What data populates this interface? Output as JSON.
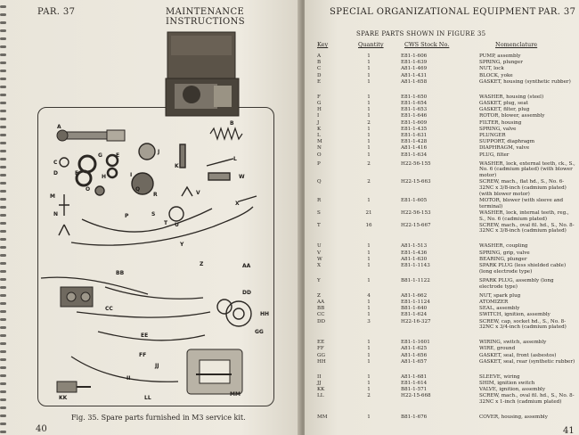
{
  "left_page": {
    "paragraph": "PAR. 37",
    "header": "MAINTENANCE INSTRUCTIONS",
    "page_number": "40",
    "caption": "Fig. 35.  Spare parts furnished in M3 service kit.",
    "part_labels": [
      "A",
      "B",
      "C",
      "D",
      "E",
      "F",
      "G",
      "H",
      "I",
      "J",
      "K",
      "L",
      "M",
      "N",
      "O",
      "P",
      "Q",
      "R",
      "S",
      "T",
      "U",
      "V",
      "W",
      "X",
      "Y",
      "Z",
      "AA",
      "BB",
      "CC",
      "DD",
      "EE",
      "FF",
      "GG",
      "HH",
      "II",
      "JJ",
      "KK",
      "LL",
      "MM"
    ]
  },
  "right_page": {
    "header": "SPECIAL ORGANIZATIONAL EQUIPMENT",
    "paragraph": "PAR. 37",
    "page_number": "41",
    "table_title": "SPARE PARTS SHOWN IN FIGURE 35",
    "columns": {
      "key": "Key",
      "quantity": "Quantity",
      "stock": "CWS Stock No.",
      "nomenclature": "Nomenclature"
    },
    "rows": [
      {
        "key": "A",
        "qty": "1",
        "stock": "E81-1-606",
        "name": "PUMP, assembly"
      },
      {
        "key": "B",
        "qty": "1",
        "stock": "E81-1-639",
        "name": "SPRING, plunger"
      },
      {
        "key": "C",
        "qty": "1",
        "stock": "A81-1-469",
        "name": "NUT, lock"
      },
      {
        "key": "D",
        "qty": "1",
        "stock": "A81-1-431",
        "name": "BLOCK, yoke"
      },
      {
        "key": "E",
        "qty": "1",
        "stock": "A81-1-658",
        "name": "GASKET, housing (synthetic rubber)"
      },
      {
        "key": "F",
        "qty": "1",
        "stock": "E81-1-650",
        "name": "WASHER, housing (steel)"
      },
      {
        "key": "G",
        "qty": "1",
        "stock": "E81-1-654",
        "name": "GASKET, plug, seat"
      },
      {
        "key": "H",
        "qty": "1",
        "stock": "E81-1-653",
        "name": "GASKET, filter, plug"
      },
      {
        "key": "I",
        "qty": "1",
        "stock": "E81-1-646",
        "name": "ROTOR, blower, assembly"
      },
      {
        "key": "J",
        "qty": "2",
        "stock": "E81-1-609",
        "name": "FILTER, housing"
      },
      {
        "key": "K",
        "qty": "1",
        "stock": "E81-1-435",
        "name": "SPRING, valve"
      },
      {
        "key": "L",
        "qty": "1",
        "stock": "E81-1-631",
        "name": "PLUNGER"
      },
      {
        "key": "M",
        "qty": "1",
        "stock": "E81-1-428",
        "name": "SUPPORT, diaphragm"
      },
      {
        "key": "N",
        "qty": "1",
        "stock": "A81-1-416",
        "name": "DIAPHRAGM, valve"
      },
      {
        "key": "O",
        "qty": "1",
        "stock": "E81-1-634",
        "name": "PLUG, filter"
      },
      {
        "key": "P",
        "qty": "2",
        "stock": "H22-56-155",
        "name": "WASHER, lock, external teeth, ck., S., No. 6 (cadmium plated) (with blower motor)"
      },
      {
        "key": "Q",
        "qty": "2",
        "stock": "H22-15-663",
        "name": "SCREW, mach., flat hd., S., No. 6-32NC x 3/8-inch (cadmium plated) (with blower motor)"
      },
      {
        "key": "R",
        "qty": "1",
        "stock": "E81-1-605",
        "name": "MOTOR, blower (with sleeve and terminal)"
      },
      {
        "key": "S",
        "qty": "21",
        "stock": "H22-56-153",
        "name": "WASHER, lock, internal teeth, reg., S., No. 6 (cadmium plated)"
      },
      {
        "key": "T",
        "qty": "16",
        "stock": "H22-15-667",
        "name": "SCREW, mach., oval fil. hd., S., No. 8-32NC x 3/8-inch (cadmium plated)"
      },
      {
        "key": "U",
        "qty": "1",
        "stock": "A81-1-513",
        "name": "WASHER, coupling"
      },
      {
        "key": "V",
        "qty": "1",
        "stock": "E81-1-436",
        "name": "SPRING, grip, valve"
      },
      {
        "key": "W",
        "qty": "1",
        "stock": "A81-1-630",
        "name": "BEARING, plunger"
      },
      {
        "key": "X",
        "qty": "1",
        "stock": "E81-1-1143",
        "name": "SPARK PLUG (less shielded cable) (long electrode type)"
      },
      {
        "key": "Y",
        "qty": "1",
        "stock": "B81-1-1122",
        "name": "SPARK PLUG, assembly (long electrode type)"
      },
      {
        "key": "Z",
        "qty": "4",
        "stock": "A81-1-662",
        "name": "NUT, spark plug"
      },
      {
        "key": "AA",
        "qty": "1",
        "stock": "E81-1-1124",
        "name": "ATOMIZER"
      },
      {
        "key": "BB",
        "qty": "1",
        "stock": "B81-1-640",
        "name": "SEAL, assembly"
      },
      {
        "key": "CC",
        "qty": "1",
        "stock": "E81-1-624",
        "name": "SWITCH, ignition, assembly"
      },
      {
        "key": "DD",
        "qty": "3",
        "stock": "H22-16-327",
        "name": "SCREW, cap, socket hd., S., No. 8-32NC x 3/4-inch (cadmium plated)"
      },
      {
        "key": "EE",
        "qty": "1",
        "stock": "E81-1-1601",
        "name": "WIRING, switch, assembly"
      },
      {
        "key": "FF",
        "qty": "1",
        "stock": "A81-1-625",
        "name": "WIRE, ground"
      },
      {
        "key": "GG",
        "qty": "1",
        "stock": "A81-1-656",
        "name": "GASKET, seal, front (asbestos)"
      },
      {
        "key": "HH",
        "qty": "1",
        "stock": "A81-1-657",
        "name": "GASKET, seal, rear (synthetic rubber)"
      },
      {
        "key": "II",
        "qty": "1",
        "stock": "A81-1-681",
        "name": "SLEEVE, wiring"
      },
      {
        "key": "JJ",
        "qty": "1",
        "stock": "E81-1-614",
        "name": "SHIM, ignition switch"
      },
      {
        "key": "KK",
        "qty": "1",
        "stock": "B81-1-571",
        "name": "VALVE, ignition, assembly"
      },
      {
        "key": "LL",
        "qty": "2",
        "stock": "H22-15-668",
        "name": "SCREW, mach., oval fil. hd., S., No. 8-32NC x 1-inch (cadmium plated)"
      },
      {
        "key": "MM",
        "qty": "1",
        "stock": "B81-1-676",
        "name": "COVER, housing, assembly"
      }
    ]
  }
}
